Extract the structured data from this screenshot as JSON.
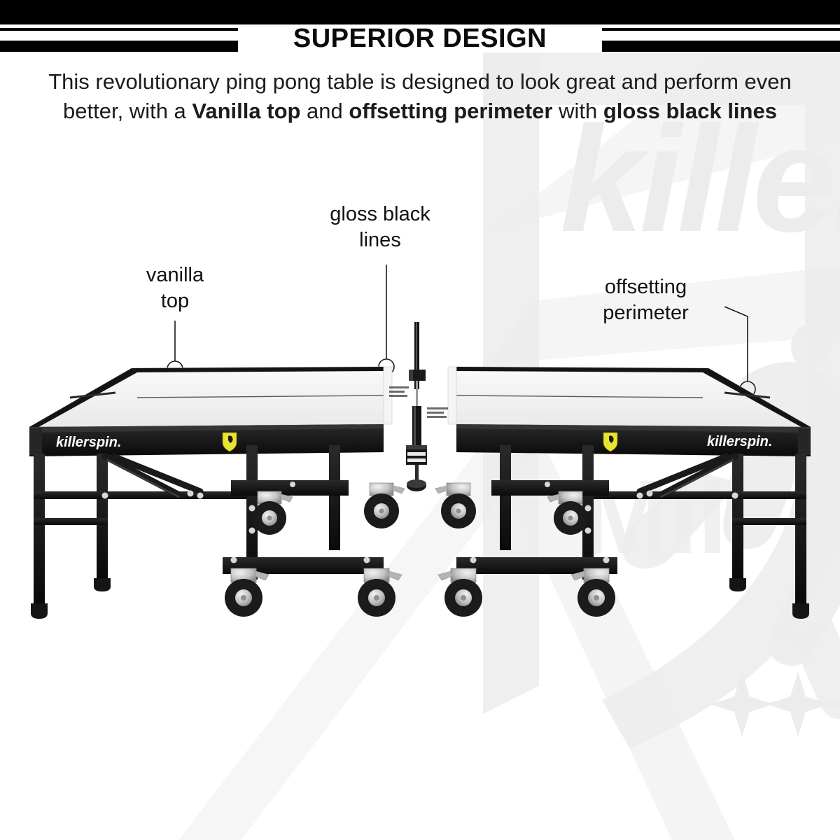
{
  "header": {
    "title": "SUPERIOR DESIGN",
    "subtitle_parts": [
      {
        "text": "This revolutionary ping pong table is designed to look great and perform even better, with a ",
        "bold": false
      },
      {
        "text": "Vanilla top",
        "bold": true
      },
      {
        "text": " and ",
        "bold": false
      },
      {
        "text": "offsetting perimeter",
        "bold": true
      },
      {
        "text": " with ",
        "bold": false
      },
      {
        "text": "gloss black lines",
        "bold": true
      }
    ],
    "subtitle_plain": "This revolutionary ping pong table is designed to look great and perform even better, with a Vanilla top and offsetting perimeter with gloss black lines"
  },
  "callouts": {
    "vanilla": {
      "line1": "vanilla",
      "line2": "top"
    },
    "gloss": {
      "line1": "gloss black",
      "line2": "lines"
    },
    "offsetting": {
      "line1": "offsetting",
      "line2": "perimeter"
    }
  },
  "product": {
    "brand_left": "killerspin.",
    "brand_right": "killerspin.",
    "badge_name": "killerspin-shield-badge",
    "surface_color": "#f2f2f2",
    "perimeter_color": "#111111",
    "frame_color": "#1a1a1a",
    "caster_hub_color": "#c9c9c9",
    "caster_tire_color": "#1b1b1b",
    "badge_color": "#e8e431"
  },
  "watermark": {
    "wordmark": "killer",
    "mark_letter": "M",
    "star_count": 3,
    "color": "#eceded"
  },
  "theme": {
    "bar_color": "#000000",
    "background": "#ffffff",
    "text_color": "#111111"
  }
}
